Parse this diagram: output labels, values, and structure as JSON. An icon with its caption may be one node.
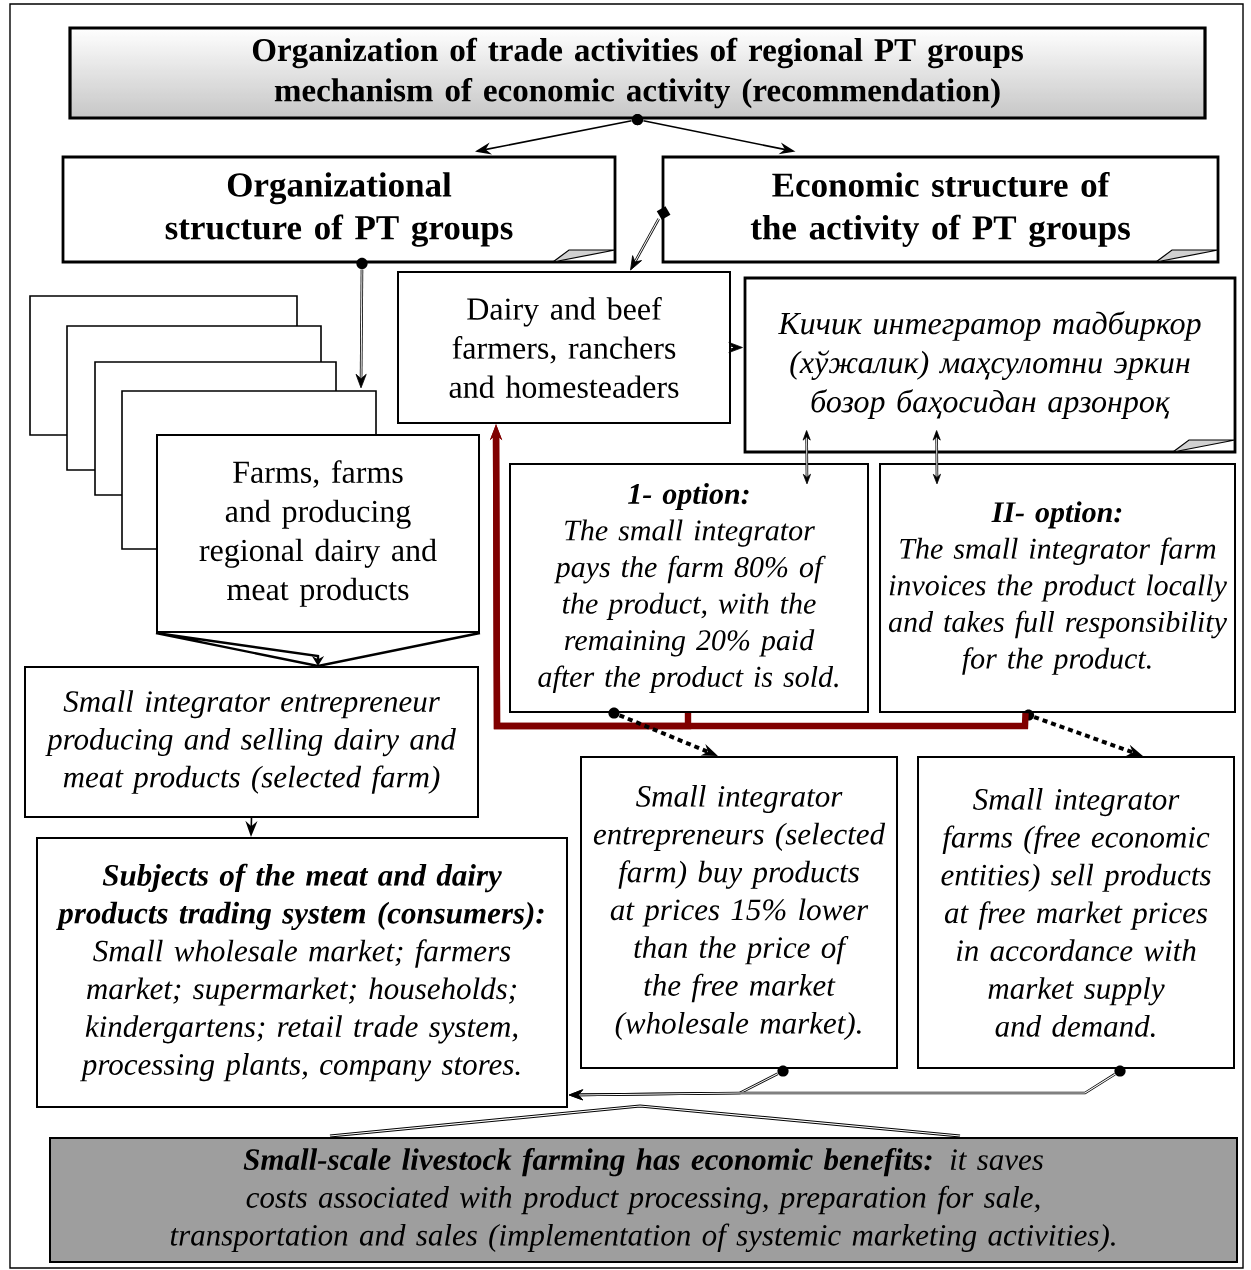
{
  "diagram": {
    "nodes": [
      {
        "text": [
          "Organization of trade activities of regional PT groups mechanism of economic activity (recommendation)"
        ]
      },
      {
        "text": [
          "Organizational structure of PT groups"
        ]
      },
      {
        "text": [
          "Economic structure of the activity of PT groups"
        ]
      },
      {
        "text": [
          "Dairy and beef farmers, ranchers and homesteaders"
        ]
      },
      {
        "text": [
          "Кичик интегратор тадбиркор (хўжалик) маҳсулотни эркин бозор баҳосидан арзонроқ"
        ]
      },
      {
        "text": [
          "Farms, farms and producing regional dairy and meat products"
        ]
      },
      {
        "text": [
          "1- option:",
          "The small integrator pays the farm 80% of the product, with the remaining 20% paid after the product is sold."
        ]
      },
      {
        "text": [
          "II- option:",
          "The small integrator farm invoices the product locally and takes full responsibility for the product."
        ]
      },
      {
        "text": [
          "Small integrator entrepreneur producing and selling dairy and meat products (selected farm)"
        ]
      },
      {
        "text": [
          "Subjects of the meat and dairy products trading system (consumers):",
          "Small wholesale market; farmers market; supermarket; households; kindergartens; retail trade system, processing plants, company stores."
        ]
      },
      {
        "text": [
          "Small integrator entrepreneurs (selected farm) buy products at prices 15% lower than the price of the free market (wholesale market)."
        ]
      },
      {
        "text": [
          "Small integrator farms (free economic entities) sell products at free market prices in accordance with market supply and demand."
        ]
      },
      {
        "text": [
          "**Small-scale livestock farming has economic benefits:** it saves costs associated with product processing, preparation for sale, transportation and sales (implementation of systemic marketing activities)."
        ]
      }
    ],
    "edges": [
      {
        "from": 0,
        "to": 1,
        "arrow": "to"
      },
      {
        "from": 0,
        "to": 2,
        "arrow": "to"
      },
      {
        "from": 1,
        "to": 5,
        "arrow": "to"
      },
      {
        "from": 2,
        "to": 3,
        "arrow": "to"
      },
      {
        "from": 3,
        "to": 4,
        "arrow": "to"
      },
      {
        "from": 4,
        "to": 6,
        "arrow": "both"
      },
      {
        "from": 4,
        "to": 7,
        "arrow": "both"
      },
      {
        "from": 6,
        "to": 3,
        "arrow": "to",
        "style": "thick",
        "color": "#800000"
      },
      {
        "from": 7,
        "to": 3,
        "arrow": "to",
        "style": "thick",
        "color": "#800000"
      },
      {
        "from": 6,
        "to": 10,
        "arrow": "to",
        "style": "dashed"
      },
      {
        "from": 7,
        "to": 11,
        "arrow": "to",
        "style": "dashed"
      },
      {
        "from": 5,
        "to": 8,
        "arrow": "to"
      },
      {
        "from": 8,
        "to": 9,
        "arrow": "to"
      },
      {
        "from": 10,
        "to": 9,
        "arrow": "to"
      },
      {
        "from": 11,
        "to": 9,
        "arrow": "to"
      }
    ]
  }
}
